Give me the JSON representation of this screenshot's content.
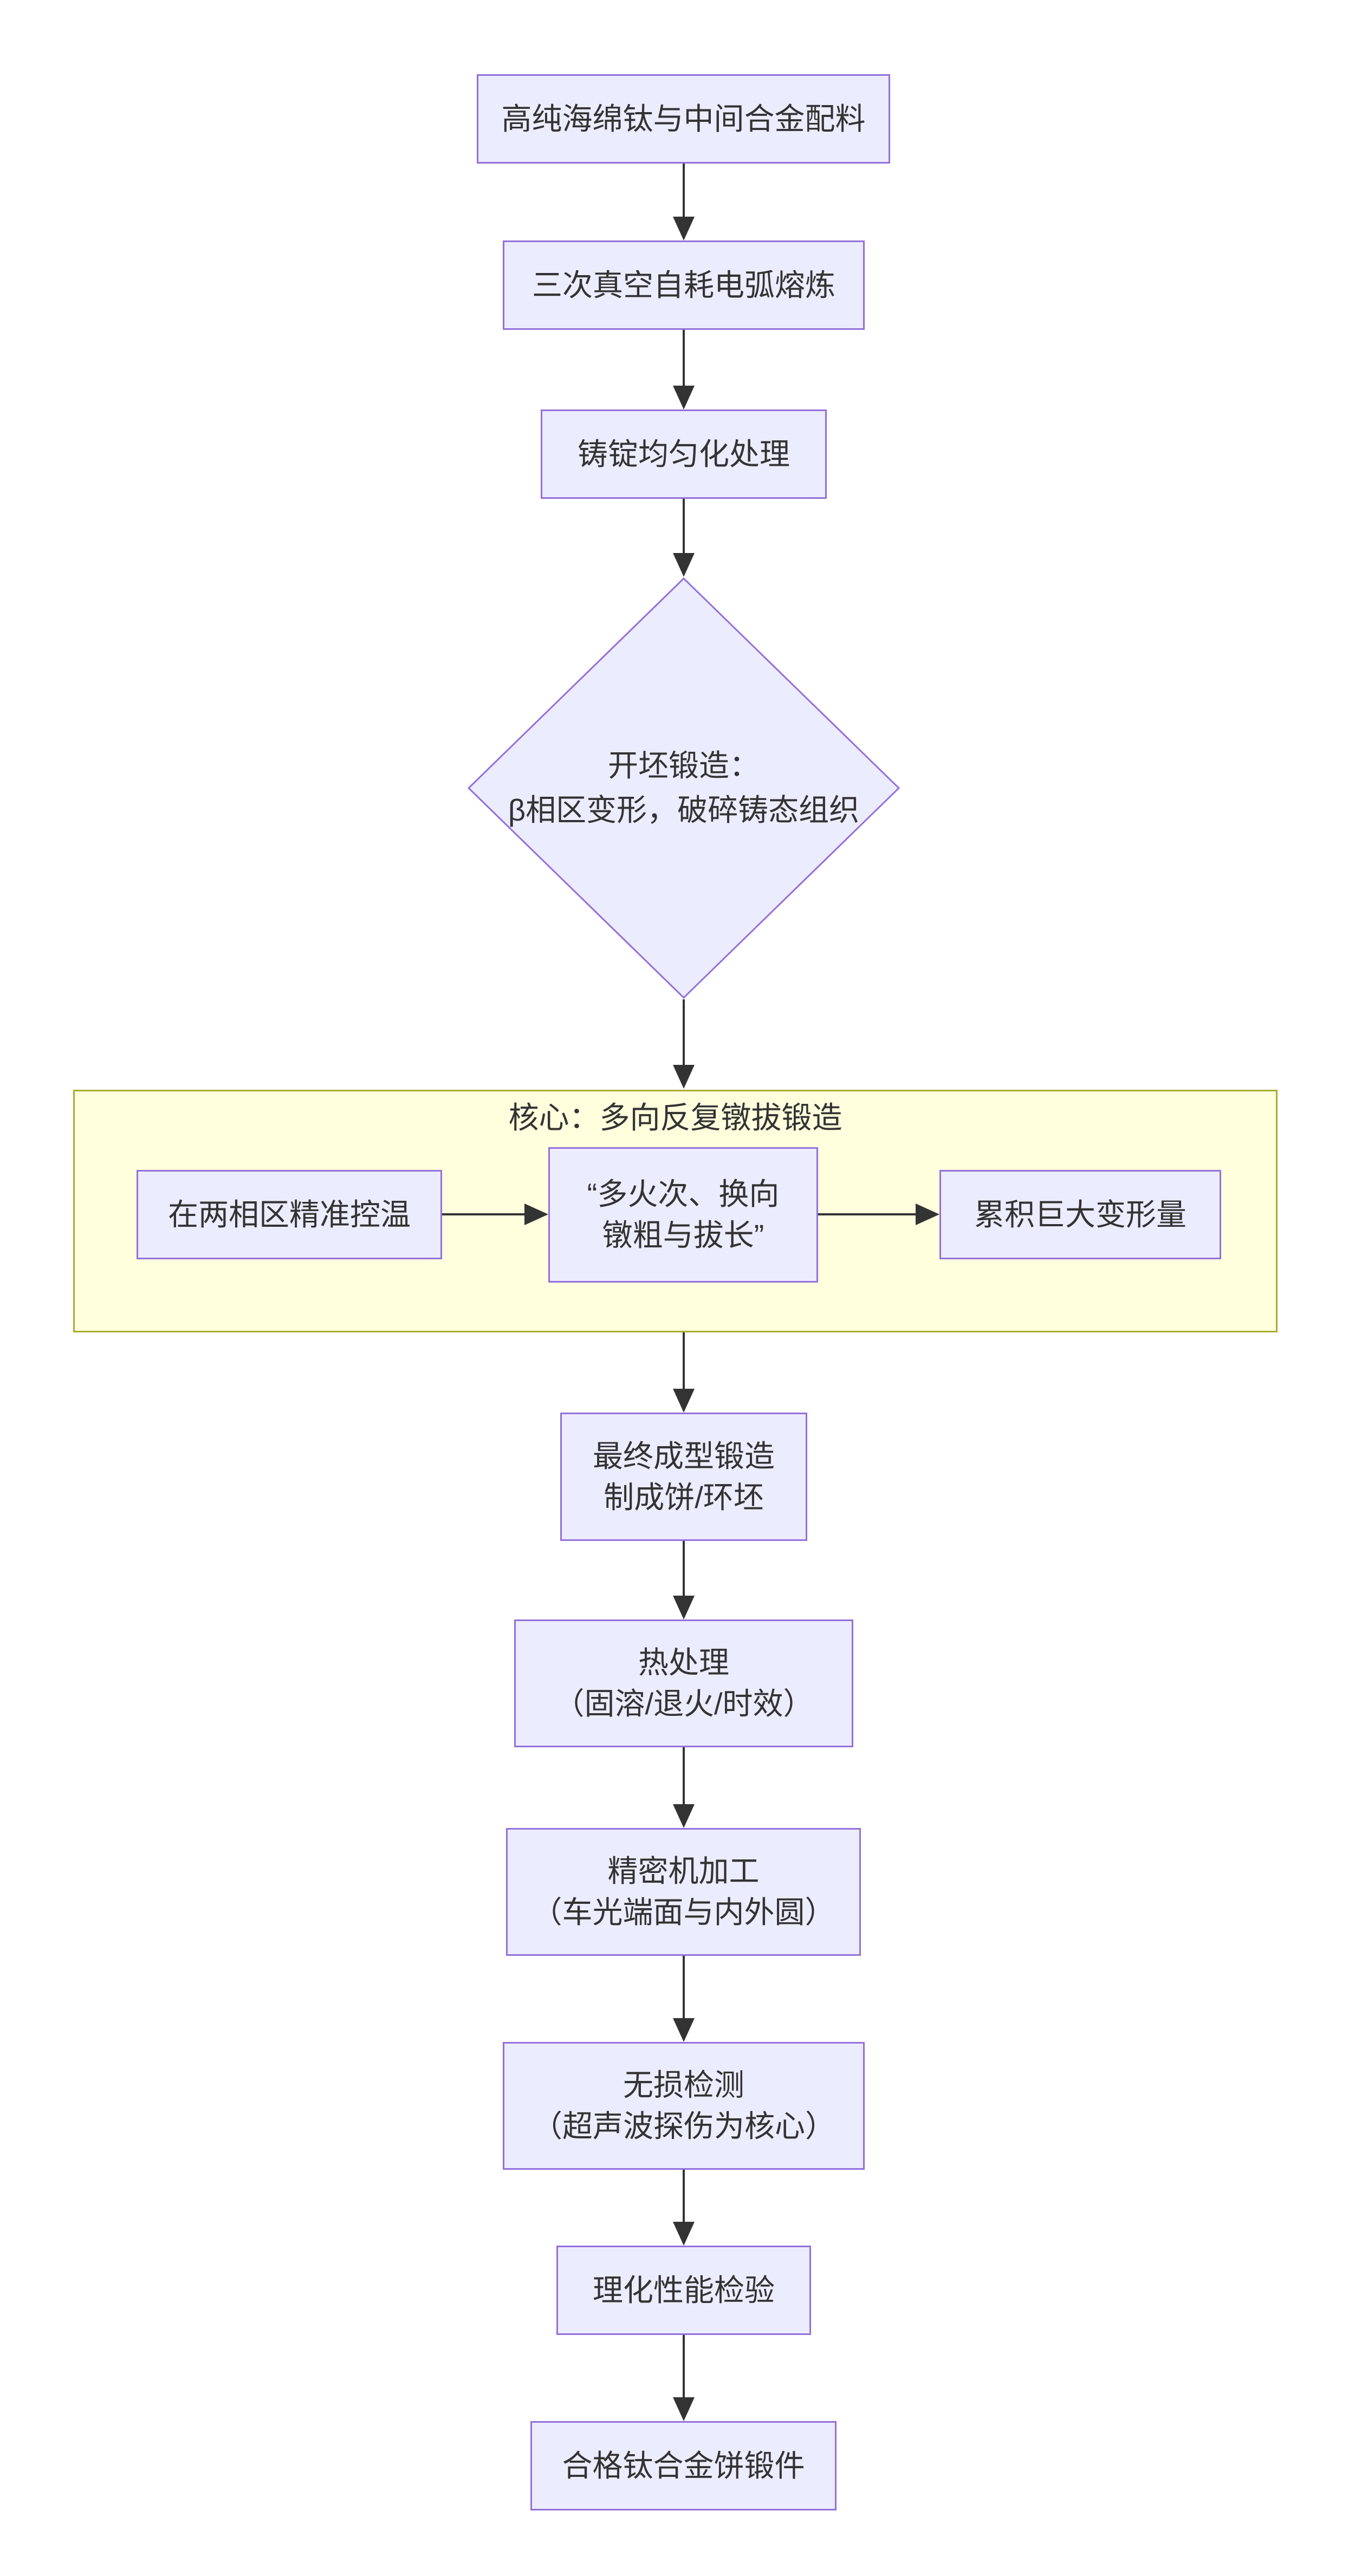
{
  "flowchart": {
    "type": "flowchart-top-down",
    "colors": {
      "node_fill": "#ECECFF",
      "node_border": "#9370DB",
      "subgraph_fill": "#FFFFDE",
      "subgraph_border": "#AAAA33",
      "edge": "#333333",
      "text": "#333333",
      "background": "#FFFFFF"
    },
    "nodes": {
      "materials": {
        "shape": "rect",
        "lines": [
          "高纯海绵钛与中间合金配料"
        ]
      },
      "melting": {
        "shape": "rect",
        "lines": [
          "三次真空自耗电弧熔炼"
        ]
      },
      "homogenization": {
        "shape": "rect",
        "lines": [
          "铸锭均匀化处理"
        ]
      },
      "cogging": {
        "shape": "diamond",
        "lines": [
          "开坯锻造：",
          "β相区变形，破碎铸态组织"
        ]
      },
      "final_forging": {
        "shape": "rect",
        "lines": [
          "最终成型锻造",
          "制成饼/环坯"
        ]
      },
      "heat_treatment": {
        "shape": "rect",
        "lines": [
          "热处理",
          "（固溶/退火/时效）"
        ]
      },
      "machining": {
        "shape": "rect",
        "lines": [
          "精密机加工",
          "（车光端面与内外圆）"
        ]
      },
      "ndt": {
        "shape": "rect",
        "lines": [
          "无损检测",
          "（超声波探伤为核心）"
        ]
      },
      "testing": {
        "shape": "rect",
        "lines": [
          "理化性能检验"
        ]
      },
      "product": {
        "shape": "rect",
        "lines": [
          "合格钛合金饼锻件"
        ]
      }
    },
    "subgraph": {
      "title": "核心：多向反复镦拔锻造",
      "nodes": {
        "temp_control": {
          "lines": [
            "在两相区精准控温"
          ]
        },
        "upsetting": {
          "lines": [
            "“多火次、换向",
            "镦粗与拔长”"
          ]
        },
        "deformation": {
          "lines": [
            "累积巨大变形量"
          ]
        }
      }
    },
    "edges": [
      "materials->melting",
      "melting->homogenization",
      "homogenization->cogging",
      "cogging->subgraph",
      "temp_control->upsetting",
      "upsetting->deformation",
      "subgraph->final_forging",
      "final_forging->heat_treatment",
      "heat_treatment->machining",
      "machining->ndt",
      "ndt->testing",
      "testing->product"
    ]
  }
}
